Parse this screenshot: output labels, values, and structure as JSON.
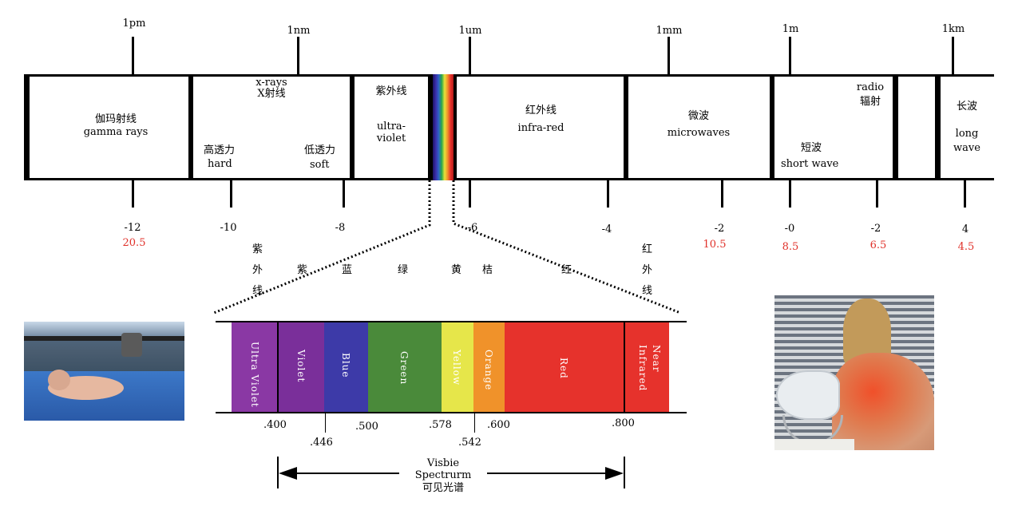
{
  "top_units": [
    "1pm",
    "1nm",
    "1um",
    "1mm",
    "1m",
    "1km"
  ],
  "regions": {
    "gamma": {
      "cn": "伽玛射线",
      "en": "gamma rays"
    },
    "xray": {
      "en": "x-rays",
      "cn": "X射线",
      "hard_cn": "高透力",
      "hard_en": "hard",
      "soft_cn": "低透力",
      "soft_en": "soft"
    },
    "uv": {
      "cn": "紫外线",
      "en1": "ultra-",
      "en2": "violet"
    },
    "ir": {
      "cn": "红外线",
      "en": "infra-red"
    },
    "micro": {
      "cn": "微波",
      "en": "microwaves"
    },
    "radio": {
      "en": "radio",
      "cn": "辐射",
      "short_cn": "短波",
      "short_en": "short wave"
    },
    "long": {
      "cn": "长波",
      "en1": "long",
      "en2": "wave"
    }
  },
  "exponents": [
    "-12",
    "-10",
    "-8",
    "-6",
    "-4",
    "-2",
    "-0",
    "-2",
    "4"
  ],
  "red_values": [
    "20.5",
    "10.5",
    "8.5",
    "6.5",
    "4.5"
  ],
  "cn_colors": {
    "uv": [
      "紫",
      "外",
      "线"
    ],
    "violet": "紫",
    "blue": "蓝",
    "green": "绿",
    "yellow": "黄",
    "orange": "桔",
    "red": "红",
    "ir": [
      "红",
      "外",
      "线"
    ]
  },
  "visible_bands": [
    {
      "label": "Ultra Violet",
      "color": "#8a38a4"
    },
    {
      "label": "Violet",
      "color": "#7a2f9a"
    },
    {
      "label": "Blue",
      "color": "#3d3aa8"
    },
    {
      "label": "Green",
      "color": "#4a8a3a"
    },
    {
      "label": "Yellow",
      "color": "#e6e64a"
    },
    {
      "label": "Orange",
      "color": "#f0922a"
    },
    {
      "label": "Red",
      "color": "#e6322c"
    },
    {
      "label": "Near Infrared",
      "color": "#e6322c"
    }
  ],
  "wavelengths": [
    ".400",
    ".446",
    ".500",
    ".578",
    ".542",
    ".600",
    ".800"
  ],
  "visible_caption": {
    "l1": "Visbie",
    "l2": "Spectrurm",
    "l3": "可见光谱"
  }
}
